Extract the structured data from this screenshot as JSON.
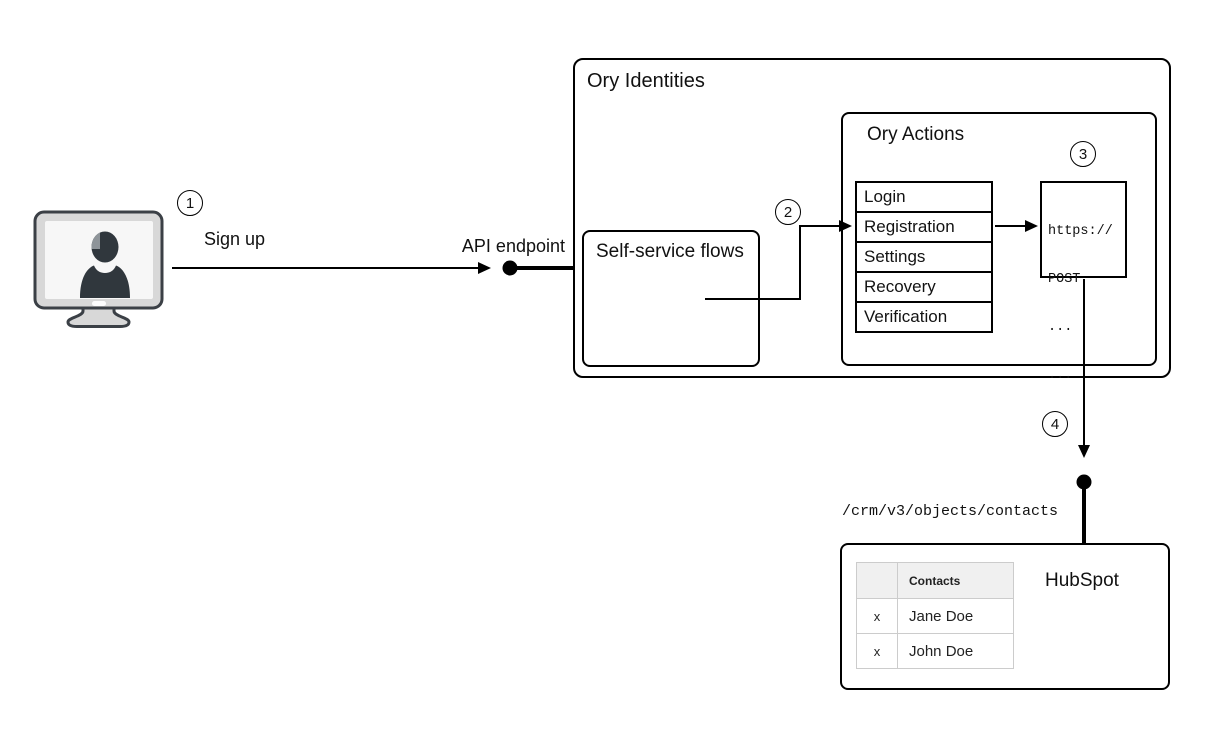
{
  "diagram": {
    "steps": {
      "one": "1",
      "two": "2",
      "three": "3",
      "four": "4"
    },
    "labels": {
      "sign_up": "Sign up",
      "api_endpoint": "API endpoint",
      "crm_path": "/crm/v3/objects/contacts"
    },
    "ory_identities": {
      "title": "Ory Identities",
      "self_service": {
        "title": "Self-service flows"
      },
      "ory_actions": {
        "title": "Ory Actions",
        "flows": [
          "Login",
          "Registration",
          "Settings",
          "Recovery",
          "Verification"
        ],
        "code_lines": [
          "https://",
          "POST",
          "...",
          "..."
        ]
      }
    },
    "hubspot": {
      "title": "HubSpot",
      "table": {
        "header": "Contacts",
        "rows": [
          {
            "mark": "x",
            "name": "Jane Doe"
          },
          {
            "mark": "x",
            "name": "John Doe"
          }
        ]
      }
    },
    "colors": {
      "line": "#000000",
      "box_border": "#000000",
      "table_border": "#cccccc",
      "table_header_bg": "#f0f0f0",
      "monitor_outline": "#3b4046",
      "monitor_body": "#d8d8d8",
      "monitor_screen": "#f7f7f7",
      "silhouette": "#30373d",
      "silhouette_highlight": "#8e9499"
    }
  }
}
